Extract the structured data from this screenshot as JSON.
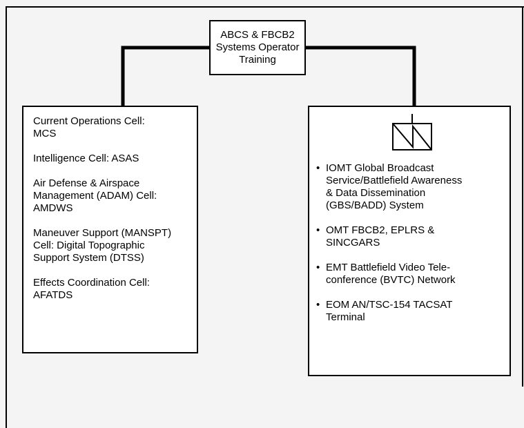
{
  "title": {
    "lines": [
      "ABCS & FBCB2",
      "Systems Operator",
      "Training"
    ]
  },
  "left_box": {
    "items": [
      [
        "Current Operations Cell:",
        "MCS"
      ],
      [
        "Intelligence Cell: ASAS"
      ],
      [
        "Air Defense & Airspace",
        "Management (ADAM) Cell:",
        "AMDWS"
      ],
      [
        "Maneuver Support (MANSPT)",
        "Cell: Digital Topographic",
        "Support System (DTSS)"
      ],
      [
        "Effects Coordination Cell:",
        "AFATDS"
      ]
    ]
  },
  "right_box": {
    "icon": "satellite-terminal-icon",
    "bullet": "•",
    "items": [
      [
        "IOMT Global Broadcast",
        "Service/Battlefield Awareness",
        "& Data Dissemination",
        "(GBS/BADD) System"
      ],
      [
        "OMT FBCB2, EPLRS &",
        "SINCGARS"
      ],
      [
        "EMT Battlefield Video Tele-",
        "conference (BVTC) Network"
      ],
      [
        "EOM AN/TSC-154 TACSAT",
        "Terminal"
      ]
    ]
  }
}
